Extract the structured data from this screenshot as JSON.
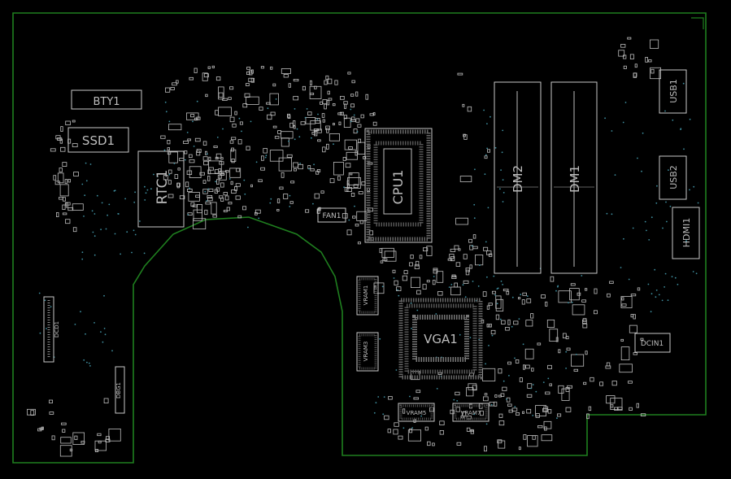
{
  "colors": {
    "background": "#000000",
    "outline": "#1f7f1f",
    "silkscreen": "#c8c8c8",
    "via": "#3f8fa0"
  },
  "labels": {
    "bty1": "BTY1",
    "ssd1": "SSD1",
    "rtc1": "RTC1",
    "cpu1": "CPU1",
    "fan1": "FAN1",
    "dm2": "DM2",
    "dm1": "DM1",
    "usb1": "USB1",
    "usb2": "USB2",
    "hdmi1": "HDMI1",
    "vga1": "VGA1",
    "vram1": "VRAM1",
    "vram3": "VRAM3",
    "vram5": "VRAM5",
    "vram7": "VRAM7",
    "dcin1": "DCIN1",
    "dcd1": "DCD1",
    "dbg1": "DBG1"
  }
}
